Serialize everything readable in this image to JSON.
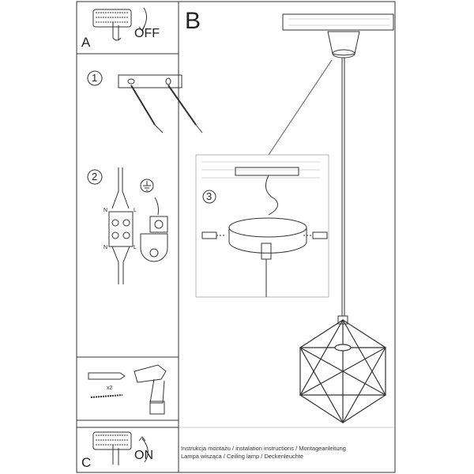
{
  "steps": {
    "a": {
      "letter": "A",
      "action": "OFF"
    },
    "b": {
      "letter": "B"
    },
    "c": {
      "letter": "C",
      "action": "ON"
    },
    "step1": "1",
    "step2": "2",
    "step3": "3"
  },
  "wiring": {
    "n": "N",
    "l": "L",
    "n2": "N",
    "l2": "L"
  },
  "tools": {
    "quantity": "x2"
  },
  "footer": {
    "line1": "Instrukcja montażu / instalation instructions / Montageanleitung",
    "line2": "Lampa wisząca / Ceiling lamp  / Deckenleuchte"
  }
}
